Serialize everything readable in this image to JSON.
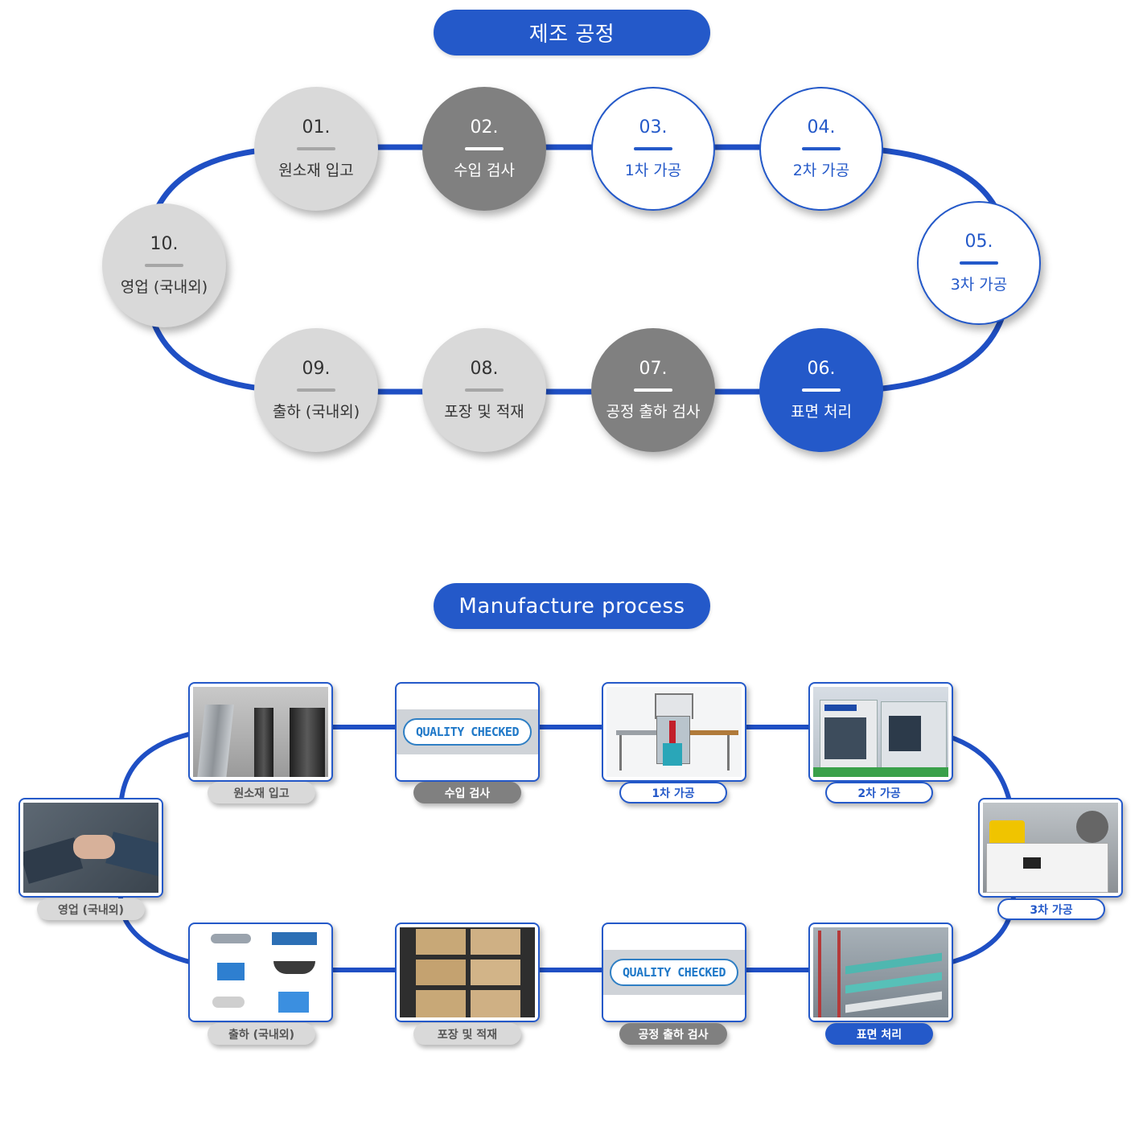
{
  "top": {
    "title": "제조 공정",
    "steps": [
      {
        "num": "01.",
        "label": "원소재 입고"
      },
      {
        "num": "02.",
        "label": "수입 검사"
      },
      {
        "num": "03.",
        "label": "1차 가공"
      },
      {
        "num": "04.",
        "label": "2차 가공"
      },
      {
        "num": "05.",
        "label": "3차 가공"
      },
      {
        "num": "06.",
        "label": "표면 처리"
      },
      {
        "num": "07.",
        "label": "공정 출하 검사"
      },
      {
        "num": "08.",
        "label": "포장 및 적재"
      },
      {
        "num": "09.",
        "label": "출하 (국내외)"
      },
      {
        "num": "10.",
        "label": "영업 (국내외)"
      }
    ]
  },
  "bottom": {
    "title": "Manufacture process",
    "quality_text": "QUALITY CHECKED",
    "steps": [
      {
        "label": "원소재 입고"
      },
      {
        "label": "수입 검사"
      },
      {
        "label": "1차 가공"
      },
      {
        "label": "2차 가공"
      },
      {
        "label": "3차 가공"
      },
      {
        "label": "표면 처리"
      },
      {
        "label": "공정 출하 검사"
      },
      {
        "label": "포장 및 적재"
      },
      {
        "label": "출하 (국내외)"
      },
      {
        "label": "영업 (국내외)"
      }
    ]
  },
  "colors": {
    "accent": "#2459c9",
    "light": "#d9d9d9",
    "gray": "#808080"
  }
}
